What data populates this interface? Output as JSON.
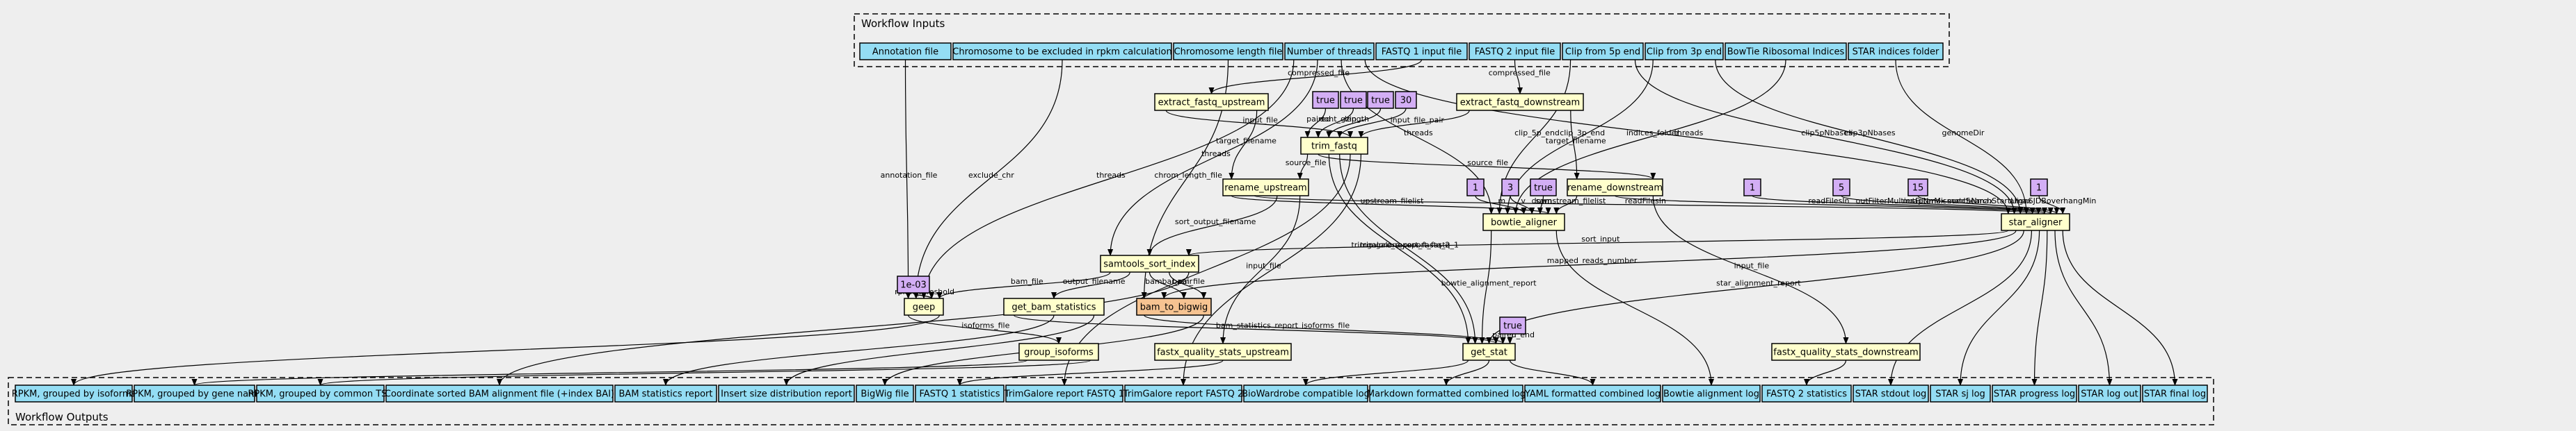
{
  "colors": {
    "background": "#eeeeee",
    "io": "#94ddf4",
    "step": "#ffffcc",
    "param": "#d3aef5",
    "workflow": "#f6c391"
  },
  "clusters": {
    "inputs": "Workflow Inputs",
    "outputs": "Workflow Outputs"
  },
  "nodes": [
    {
      "id": "in_annot",
      "label": "Annotation file",
      "kind": "io"
    },
    {
      "id": "in_chr",
      "label": "Chromosome to be excluded in rpkm calculation",
      "kind": "io"
    },
    {
      "id": "in_chrlen",
      "label": "Chromosome length file",
      "kind": "io"
    },
    {
      "id": "in_threads",
      "label": "Number of threads",
      "kind": "io"
    },
    {
      "id": "in_fq1",
      "label": "FASTQ 1 input file",
      "kind": "io"
    },
    {
      "id": "in_fq2",
      "label": "FASTQ 2 input file",
      "kind": "io"
    },
    {
      "id": "in_clip5",
      "label": "Clip from 5p end",
      "kind": "io"
    },
    {
      "id": "in_clip3",
      "label": "Clip from 3p end",
      "kind": "io"
    },
    {
      "id": "in_bowtie",
      "label": "BowTie Ribosomal Indices",
      "kind": "io"
    },
    {
      "id": "in_star",
      "label": "STAR indices folder",
      "kind": "io"
    },
    {
      "id": "p_true1",
      "label": "true",
      "kind": "param"
    },
    {
      "id": "p_true2",
      "label": "true",
      "kind": "param"
    },
    {
      "id": "p_true3",
      "label": "true",
      "kind": "param"
    },
    {
      "id": "p_30",
      "label": "30",
      "kind": "param"
    },
    {
      "id": "p_1a",
      "label": "1",
      "kind": "param"
    },
    {
      "id": "p_3",
      "label": "3",
      "kind": "param"
    },
    {
      "id": "p_true4",
      "label": "true",
      "kind": "param"
    },
    {
      "id": "p_1b",
      "label": "1",
      "kind": "param"
    },
    {
      "id": "p_5",
      "label": "5",
      "kind": "param"
    },
    {
      "id": "p_15",
      "label": "15",
      "kind": "param"
    },
    {
      "id": "p_1c",
      "label": "1",
      "kind": "param"
    },
    {
      "id": "p_1e03",
      "label": "1e-03",
      "kind": "param"
    },
    {
      "id": "p_true5",
      "label": "true",
      "kind": "param"
    },
    {
      "id": "s_ext_up",
      "label": "extract_fastq_upstream",
      "kind": "step"
    },
    {
      "id": "s_ext_down",
      "label": "extract_fastq_downstream",
      "kind": "step"
    },
    {
      "id": "s_trim",
      "label": "trim_fastq",
      "kind": "step"
    },
    {
      "id": "s_ren_up",
      "label": "rename_upstream",
      "kind": "step"
    },
    {
      "id": "s_ren_down",
      "label": "rename_downstream",
      "kind": "step"
    },
    {
      "id": "s_bowtie",
      "label": "bowtie_aligner",
      "kind": "step"
    },
    {
      "id": "s_star",
      "label": "star_aligner",
      "kind": "step"
    },
    {
      "id": "s_sort",
      "label": "samtools_sort_index",
      "kind": "step"
    },
    {
      "id": "s_geep",
      "label": "geep",
      "kind": "step"
    },
    {
      "id": "s_bamstat",
      "label": "get_bam_statistics",
      "kind": "step"
    },
    {
      "id": "s_bigwig",
      "label": "bam_to_bigwig",
      "kind": "workflow"
    },
    {
      "id": "s_group",
      "label": "group_isoforms",
      "kind": "step"
    },
    {
      "id": "s_fqs_up",
      "label": "fastx_quality_stats_upstream",
      "kind": "step"
    },
    {
      "id": "s_getstat",
      "label": "get_stat",
      "kind": "step"
    },
    {
      "id": "s_fqs_down",
      "label": "fastx_quality_stats_downstream",
      "kind": "step"
    },
    {
      "id": "o_iso",
      "label": "RPKM, grouped by isoforms",
      "kind": "io"
    },
    {
      "id": "o_gene",
      "label": "RPKM, grouped by gene name",
      "kind": "io"
    },
    {
      "id": "o_tss",
      "label": "RPKM, grouped by common TSS",
      "kind": "io"
    },
    {
      "id": "o_bam",
      "label": "Coordinate sorted BAM alignment file (+index BAI)",
      "kind": "io"
    },
    {
      "id": "o_bamstat",
      "label": "BAM statistics report",
      "kind": "io"
    },
    {
      "id": "o_insert",
      "label": "Insert size distribution report",
      "kind": "io"
    },
    {
      "id": "o_bigwig",
      "label": "BigWig file",
      "kind": "io"
    },
    {
      "id": "o_fq1stat",
      "label": "FASTQ 1 statistics",
      "kind": "io"
    },
    {
      "id": "o_trim1",
      "label": "TrimGalore report FASTQ 1",
      "kind": "io"
    },
    {
      "id": "o_trim2",
      "label": "TrimGalore report FASTQ 2",
      "kind": "io"
    },
    {
      "id": "o_biow",
      "label": "BioWardrobe compatible log",
      "kind": "io"
    },
    {
      "id": "o_md",
      "label": "Markdown formatted combined log",
      "kind": "io"
    },
    {
      "id": "o_yaml",
      "label": "YAML formatted combined log",
      "kind": "io"
    },
    {
      "id": "o_bowlog",
      "label": "Bowtie alignment log",
      "kind": "io"
    },
    {
      "id": "o_fq2stat",
      "label": "FASTQ 2 statistics",
      "kind": "io"
    },
    {
      "id": "o_stdout",
      "label": "STAR stdout log",
      "kind": "io"
    },
    {
      "id": "o_sj",
      "label": "STAR sj log",
      "kind": "io"
    },
    {
      "id": "o_prog",
      "label": "STAR progress log",
      "kind": "io"
    },
    {
      "id": "o_logout",
      "label": "STAR log out",
      "kind": "io"
    },
    {
      "id": "o_final",
      "label": "STAR final log",
      "kind": "io"
    }
  ],
  "edges": [
    {
      "from": "in_annot",
      "to": "s_geep",
      "label": "annotation_file"
    },
    {
      "from": "in_chr",
      "to": "s_geep",
      "label": "exclude_chr"
    },
    {
      "from": "in_chrlen",
      "to": "s_bigwig",
      "label": "chrom_length_file"
    },
    {
      "from": "in_threads",
      "to": "s_geep",
      "label": "threads"
    },
    {
      "from": "in_threads",
      "to": "s_sort",
      "label": "threads"
    },
    {
      "from": "in_threads",
      "to": "s_bowtie",
      "label": "threads"
    },
    {
      "from": "in_threads",
      "to": "s_star",
      "label": "threads"
    },
    {
      "from": "in_fq1",
      "to": "s_ext_up",
      "label": "compressed_file"
    },
    {
      "from": "in_fq2",
      "to": "s_ext_down",
      "label": "compressed_file"
    },
    {
      "from": "in_clip5",
      "to": "s_bowtie",
      "label": "clip_5p_end"
    },
    {
      "from": "in_clip5",
      "to": "s_star",
      "label": "clip5pNbases"
    },
    {
      "from": "in_clip3",
      "to": "s_bowtie",
      "label": "clip_3p_end"
    },
    {
      "from": "in_clip3",
      "to": "s_star",
      "label": "clip3pNbases"
    },
    {
      "from": "in_bowtie",
      "to": "s_bowtie",
      "label": "indices_folder"
    },
    {
      "from": "in_star",
      "to": "s_star",
      "label": "genomeDir"
    },
    {
      "from": "p_true1",
      "to": "s_trim",
      "label": "paired"
    },
    {
      "from": "p_true2",
      "to": "s_trim",
      "label": "dont_gzip"
    },
    {
      "from": "p_true3",
      "to": "s_trim",
      "label": "length"
    },
    {
      "from": "p_30",
      "to": "s_trim",
      "label": ""
    },
    {
      "from": "s_ext_up",
      "to": "s_trim",
      "label": "input_file"
    },
    {
      "from": "s_ext_up",
      "to": "s_ren_up",
      "label": "target_filename"
    },
    {
      "from": "s_ext_down",
      "to": "s_trim",
      "label": "input_file_pair"
    },
    {
      "from": "s_ext_down",
      "to": "s_ren_down",
      "label": "target_filename"
    },
    {
      "from": "s_trim",
      "to": "s_ren_up",
      "label": "source_file"
    },
    {
      "from": "s_trim",
      "to": "s_ren_down",
      "label": "source_file"
    },
    {
      "from": "s_trim",
      "to": "s_getstat",
      "label": "trimgalore_report_fastq_2"
    },
    {
      "from": "s_trim",
      "to": "s_getstat",
      "label": "trimgalore_report_fastq_1"
    },
    {
      "from": "s_trim",
      "to": "o_trim1",
      "label": ""
    },
    {
      "from": "s_trim",
      "to": "o_trim2",
      "label": ""
    },
    {
      "from": "p_1a",
      "to": "s_bowtie",
      "label": "m"
    },
    {
      "from": "p_3",
      "to": "s_bowtie",
      "label": "v"
    },
    {
      "from": "p_true4",
      "to": "s_bowtie",
      "label": "sam"
    },
    {
      "from": "s_ren_up",
      "to": "s_bowtie",
      "label": "upstream_filelist"
    },
    {
      "from": "s_ren_up",
      "to": "s_star",
      "label": "readFilesIn"
    },
    {
      "from": "s_ren_up",
      "to": "s_sort",
      "label": "sort_output_filename"
    },
    {
      "from": "s_ren_up",
      "to": "s_fqs_up",
      "label": "input_file"
    },
    {
      "from": "s_ren_down",
      "to": "s_bowtie",
      "label": "downstream_filelist"
    },
    {
      "from": "s_ren_down",
      "to": "s_star",
      "label": "readFilesIn"
    },
    {
      "from": "s_ren_down",
      "to": "s_fqs_down",
      "label": "input_file"
    },
    {
      "from": "p_1b",
      "to": "s_star",
      "label": "outFilterMultimapNmax"
    },
    {
      "from": "p_5",
      "to": "s_star",
      "label": "outFilterMismatchNmax"
    },
    {
      "from": "p_15",
      "to": "s_star",
      "label": "seedSearchStartLmax"
    },
    {
      "from": "p_1c",
      "to": "s_star",
      "label": "alignSJDBoverhangMin"
    },
    {
      "from": "s_bowtie",
      "to": "s_getstat",
      "label": "bowtie_alignment_report"
    },
    {
      "from": "s_bowtie",
      "to": "o_bowlog",
      "label": ""
    },
    {
      "from": "s_star",
      "to": "s_sort",
      "label": "sort_input"
    },
    {
      "from": "s_star",
      "to": "s_bigwig",
      "label": "mapped_reads_number"
    },
    {
      "from": "s_star",
      "to": "s_getstat",
      "label": "star_alignment_report"
    },
    {
      "from": "s_star",
      "to": "o_stdout",
      "label": ""
    },
    {
      "from": "s_star",
      "to": "o_sj",
      "label": ""
    },
    {
      "from": "s_star",
      "to": "o_prog",
      "label": ""
    },
    {
      "from": "s_star",
      "to": "o_logout",
      "label": ""
    },
    {
      "from": "s_star",
      "to": "o_final",
      "label": ""
    },
    {
      "from": "p_1e03",
      "to": "s_geep",
      "label": "rpkm_threshold"
    },
    {
      "from": "s_sort",
      "to": "s_geep",
      "label": "bam_file"
    },
    {
      "from": "s_sort",
      "to": "s_bamstat",
      "label": "output_filename"
    },
    {
      "from": "s_sort",
      "to": "s_bigwig",
      "label": "bambai_pair"
    },
    {
      "from": "s_sort",
      "to": "s_bigwig",
      "label": "bam_file"
    },
    {
      "from": "s_sort",
      "to": "o_bam",
      "label": ""
    },
    {
      "from": "s_geep",
      "to": "s_group",
      "label": "isoforms_file"
    },
    {
      "from": "s_geep",
      "to": "o_iso",
      "label": ""
    },
    {
      "from": "s_group",
      "to": "o_gene",
      "label": ""
    },
    {
      "from": "s_group",
      "to": "o_tss",
      "label": ""
    },
    {
      "from": "s_bamstat",
      "to": "s_getstat",
      "label": "bam_statistics_report"
    },
    {
      "from": "s_bamstat",
      "to": "o_bamstat",
      "label": ""
    },
    {
      "from": "s_bamstat",
      "to": "o_insert",
      "label": ""
    },
    {
      "from": "s_bigwig",
      "to": "s_getstat",
      "label": "isoforms_file"
    },
    {
      "from": "s_bigwig",
      "to": "o_bigwig",
      "label": ""
    },
    {
      "from": "p_true5",
      "to": "s_getstat",
      "label": "paired_end"
    },
    {
      "from": "s_fqs_up",
      "to": "o_fq1stat",
      "label": ""
    },
    {
      "from": "s_getstat",
      "to": "o_biow",
      "label": ""
    },
    {
      "from": "s_getstat",
      "to": "o_md",
      "label": ""
    },
    {
      "from": "s_getstat",
      "to": "o_yaml",
      "label": ""
    },
    {
      "from": "s_fqs_down",
      "to": "o_fq2stat",
      "label": ""
    }
  ]
}
